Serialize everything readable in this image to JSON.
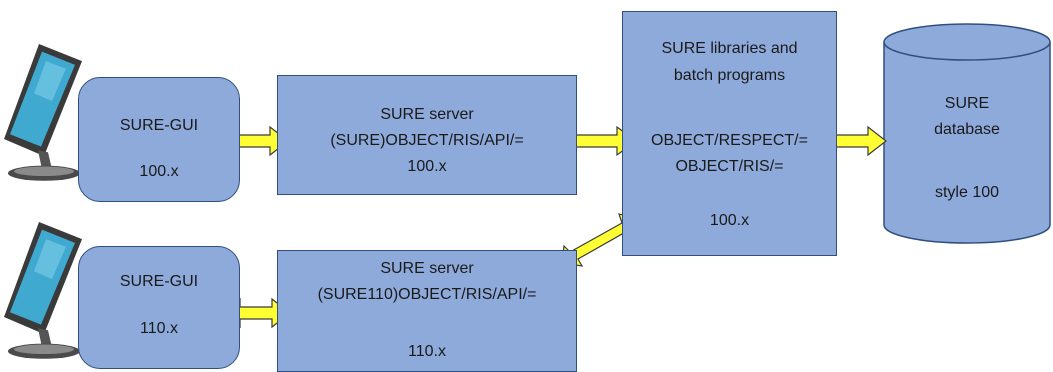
{
  "colors": {
    "box_fill": "#8eaadb",
    "box_border": "#2f4f7f",
    "arrow_fill": "#ffff33",
    "arrow_border": "#3a3a3a",
    "monitor_screen": "#3fa9cf"
  },
  "icons": {
    "monitor": "desktop-computer-icon",
    "arrow": "double-headed-arrow"
  },
  "gui_100": {
    "title": "SURE-GUI",
    "version": "100.x"
  },
  "gui_110": {
    "title": "SURE-GUI",
    "version": "110.x"
  },
  "server_100": {
    "title": "SURE server",
    "path": "(SURE)OBJECT/RIS/API/=",
    "version": "100.x"
  },
  "server_110": {
    "title": "SURE server",
    "path": "(SURE110)OBJECT/RIS/API/=",
    "version": "110.x"
  },
  "libraries": {
    "line1": "SURE libraries and",
    "line2": "batch programs",
    "path1": "OBJECT/RESPECT/=",
    "path2": "OBJECT/RIS/=",
    "version": "100.x"
  },
  "database": {
    "line1": "SURE",
    "line2": "database",
    "style": "style 100"
  }
}
